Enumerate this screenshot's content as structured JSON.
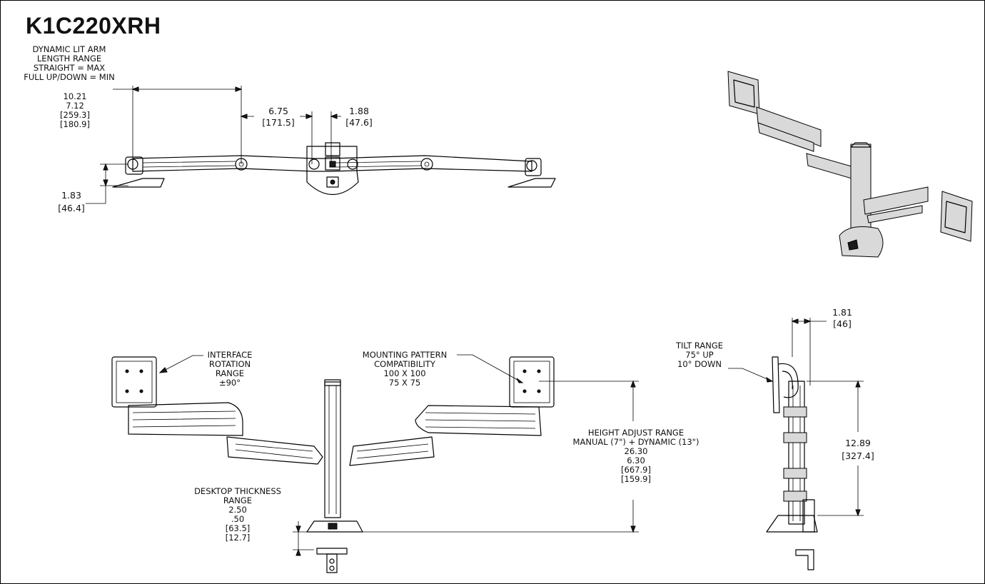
{
  "title": "K1C220XRH",
  "top_view": {
    "arm_length_label": [
      "DYNAMIC LIT ARM",
      "LENGTH RANGE",
      "STRAIGHT = MAX",
      "FULL UP/DOWN = MIN"
    ],
    "arm_length_values": [
      "10.21",
      "7.12",
      "[259.3]",
      "[180.9]"
    ],
    "dim_a": [
      "6.75",
      "[171.5]"
    ],
    "dim_b": [
      "1.88",
      "[47.6]"
    ],
    "dim_c": [
      "1.83",
      "[46.4]"
    ]
  },
  "front_view": {
    "rotation_label": [
      "INTERFACE",
      "ROTATION",
      "RANGE",
      "±90°"
    ],
    "mounting_label": [
      "MOUNTING PATTERN",
      "COMPATIBILITY",
      "100 X 100",
      "75 X 75"
    ],
    "height_label": [
      "HEIGHT ADJUST RANGE",
      "MANUAL (7\") + DYNAMIC (13\")",
      "26.30",
      "6.30",
      "[667.9]",
      "[159.9]"
    ],
    "desktop_label": [
      "DESKTOP THICKNESS",
      "RANGE",
      "2.50",
      ".50",
      "[63.5]",
      "[12.7]"
    ]
  },
  "side_view": {
    "tilt_label": [
      "TILT RANGE",
      "75° UP",
      "10° DOWN"
    ],
    "dim_d": [
      "1.81",
      "[46]"
    ],
    "dim_e": [
      "12.89",
      "[327.4]"
    ]
  }
}
